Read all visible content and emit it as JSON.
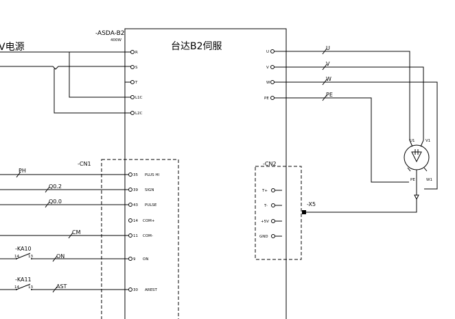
{
  "supply_label": "V电源",
  "drive": {
    "tag": "-ASDA-B2",
    "rating": "400W",
    "title": "台达B2伺服",
    "power_inputs": [
      "R",
      "S",
      "T",
      "L1C",
      "L2C"
    ],
    "motor_outputs": [
      "U",
      "V",
      "W",
      "PE"
    ]
  },
  "cn1": {
    "tag": "-CN1",
    "pins": [
      {
        "num": "35",
        "name": "PLUS HI"
      },
      {
        "num": "39",
        "name": "SIGN"
      },
      {
        "num": "43",
        "name": "PULSE"
      },
      {
        "num": "14",
        "name": "COM+"
      },
      {
        "num": "11",
        "name": "COM-"
      },
      {
        "num": "9",
        "name": "ON"
      },
      {
        "num": "30",
        "name": "AREST"
      }
    ]
  },
  "signal_wires": [
    "PH",
    "Q0.2",
    "Q0.0",
    "CM",
    "ON",
    "AST"
  ],
  "relays": [
    {
      "tag": "-KA10",
      "pin_a": "14",
      "pin_b": "13"
    },
    {
      "tag": "-KA11",
      "pin_a": "14",
      "pin_b": "13"
    }
  ],
  "cn2": {
    "tag": "-CN2",
    "pins": [
      "T+",
      "T-",
      "+5V",
      "GND"
    ]
  },
  "motor_wires": [
    "U",
    "V",
    "W",
    "PE"
  ],
  "motor": {
    "terminals": [
      "U1",
      "V1",
      "W1",
      "PE"
    ],
    "connector": "-X5"
  }
}
